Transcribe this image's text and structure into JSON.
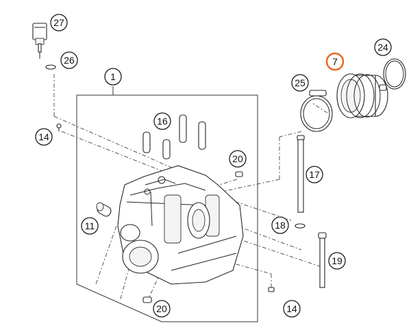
{
  "callouts": [
    {
      "id": "c27",
      "label": "27"
    },
    {
      "id": "c26",
      "label": "26"
    },
    {
      "id": "c1",
      "label": "1"
    },
    {
      "id": "c14a",
      "label": "14"
    },
    {
      "id": "c16",
      "label": "16"
    },
    {
      "id": "c20a",
      "label": "20"
    },
    {
      "id": "c11",
      "label": "11"
    },
    {
      "id": "c20b",
      "label": "20"
    },
    {
      "id": "c7",
      "label": "7",
      "highlight": true
    },
    {
      "id": "c24",
      "label": "24"
    },
    {
      "id": "c25",
      "label": "25"
    },
    {
      "id": "c17",
      "label": "17"
    },
    {
      "id": "c18",
      "label": "18"
    },
    {
      "id": "c19",
      "label": "19"
    },
    {
      "id": "c14b",
      "label": "14"
    }
  ],
  "colors": {
    "highlight": "#e8641e",
    "ink": "#222222"
  }
}
